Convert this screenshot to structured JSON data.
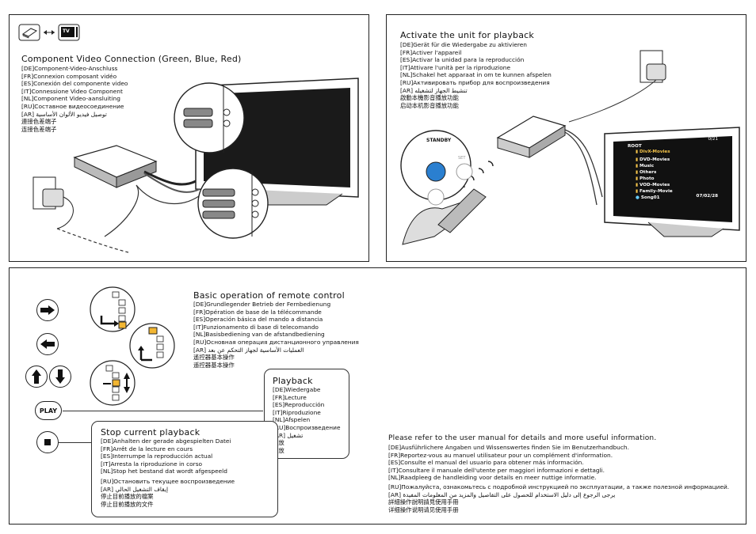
{
  "panel1": {
    "title": "Component Video Connection (Green, Blue, Red)",
    "lines": [
      "[DE]Component-Video-Anschluss",
      "[FR]Connexion composant vidéo",
      "[ES]Conexión del componente video",
      "[IT]Connessione Video Component",
      "[NL]Component Video-aansluiting",
      "[RU]Составное видеосоединение",
      "[AR] توصيل فيديو الألوان الأساسية",
      "連接色差端子",
      "连接色差端子"
    ],
    "tv_label": "TV"
  },
  "panel2": {
    "title": "Activate the unit for playback",
    "lines": [
      "[DE]Gerät für die Wiedergabe zu aktivieren",
      "[FR]Activer l'appareil",
      "[ES]Activar la unidad para la reproducción",
      "[IT]Attivare l'unità per la riproduzione",
      "[NL]Schakel het apparaat in om te kunnen afspelen",
      "[RU]Активировать прибор для воспроизведения",
      "[AR] تنشيط الجهاز لتشغيله",
      "啟動本機影音播放功能",
      "启动本机影音播放功能"
    ],
    "remote": {
      "standby": "STANDBY",
      "set": "SET"
    },
    "screen": {
      "root": "ROOT",
      "count": "0/21",
      "items": [
        "DivX-Movies",
        "DVD-Movies",
        "Music",
        "Others",
        "Photo",
        "VOD-Movies",
        "Family-Movie",
        "Song01"
      ],
      "date": "07/02/28"
    }
  },
  "panel3": {
    "basic": {
      "title": "Basic operation of remote control",
      "lines": [
        "[DE]Grundlegender Betrieb der Fernbedienung",
        "[FR]Opération de base de la télécommande",
        "[ES]Operación básica del mando a distancia",
        "[IT]Funzionamento di base di telecomando",
        "[NL]Basisbediening van de afstandbediening",
        "[RU]Основная операция дистанционного управления",
        "[AR] العمليات الأساسية لجهاز التحكم عن بعد",
        "遙控器基本操作",
        "遥控器基本操作"
      ]
    },
    "play_label": "PLAY",
    "playback": {
      "title": "Playback",
      "lines": [
        "[DE]Wiedergabe",
        "[FR]Lecture",
        "[ES]Reproducción",
        "[IT]Riproduzione",
        "[NL]Afspelen",
        "[RU]Воспроизведение",
        "[AR] تشغيل",
        "播放",
        "播放"
      ]
    },
    "stop": {
      "title": "Stop current playback",
      "lines": [
        "[DE]Anhalten der gerade abgespielten Datei",
        "[FR]Arrêt de la lecture en cours",
        "[ES]Interrumpe la reproducción actual",
        "[IT]Arresta la riproduzione in corso",
        "[NL]Stop het bestand dat wordt afgespeeld",
        "[RU]Остановить текущее воспроизведение",
        "[AR] إيقاف التشغيل الحالي",
        "停止目前播放的檔案",
        "停止目前播放的文件"
      ]
    },
    "refer": {
      "title": "Please refer to the user manual for details and more useful information.",
      "lines": [
        "[DE]Ausführlichere Angaben und Wissenswertes finden Sie im Benutzerhandbuch.",
        "[FR]Reportez-vous au manuel utilisateur pour un complément d'information.",
        "[ES]Consulte el manual del usuario para obtener más información.",
        "[IT]Consultare il manuale dell'utente per maggiori informazioni e dettagli.",
        "[NL]Raadpleeg de handleiding voor details en meer nuttige informatie.",
        "[RU]Пожалуйста, ознакомьтесь с подробной инструкцией по эксплуатации, а также полезной информацией.",
        "[AR] يرجى الرجوع إلى دليل الاستخدام للحصول على التفاصيل والمزيد من المعلومات المفيدة",
        "詳細操作說明請見使用手冊",
        "详细操作说明请见使用手册"
      ]
    }
  }
}
